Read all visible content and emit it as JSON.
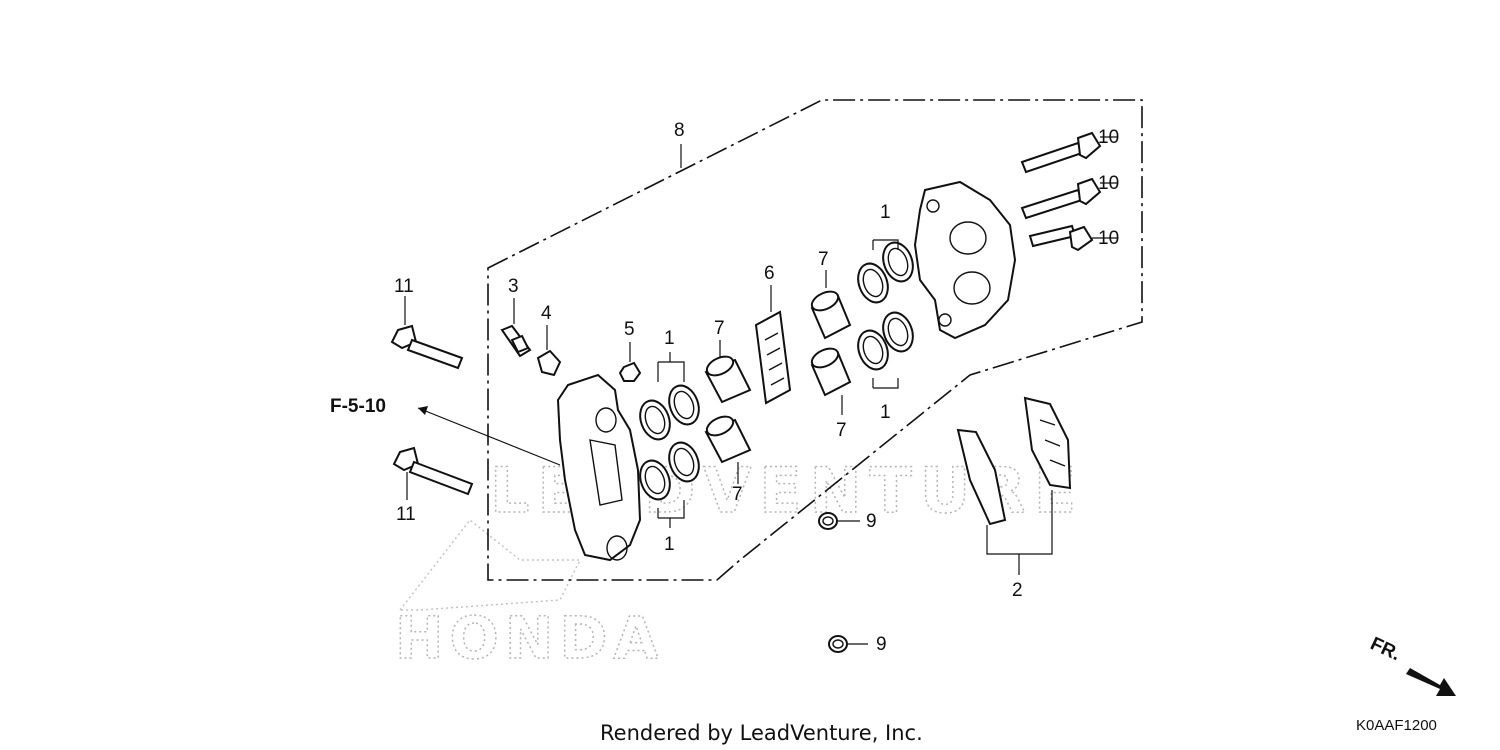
{
  "callouts": {
    "c8": "8",
    "c10a": "10",
    "c10b": "10",
    "c10c": "10",
    "c1_top_right": "1",
    "c1_bottom_right": "1",
    "c7_right_top": "7",
    "c7_right_bottom": "7",
    "c6": "6",
    "c11_top": "11",
    "c11_bottom": "11",
    "c3": "3",
    "c4": "4",
    "c5": "5",
    "c1_top_left": "1",
    "c1_bottom_left": "1",
    "c7_left_top": "7",
    "c7_left_bottom": "7",
    "c9_top": "9",
    "c9_bottom": "9",
    "c2": "2"
  },
  "reference": "F-5-10",
  "front_marker": "FR.",
  "footer": "Rendered by LeadVenture, Inc.",
  "diagram_code": "K0AAF1200"
}
